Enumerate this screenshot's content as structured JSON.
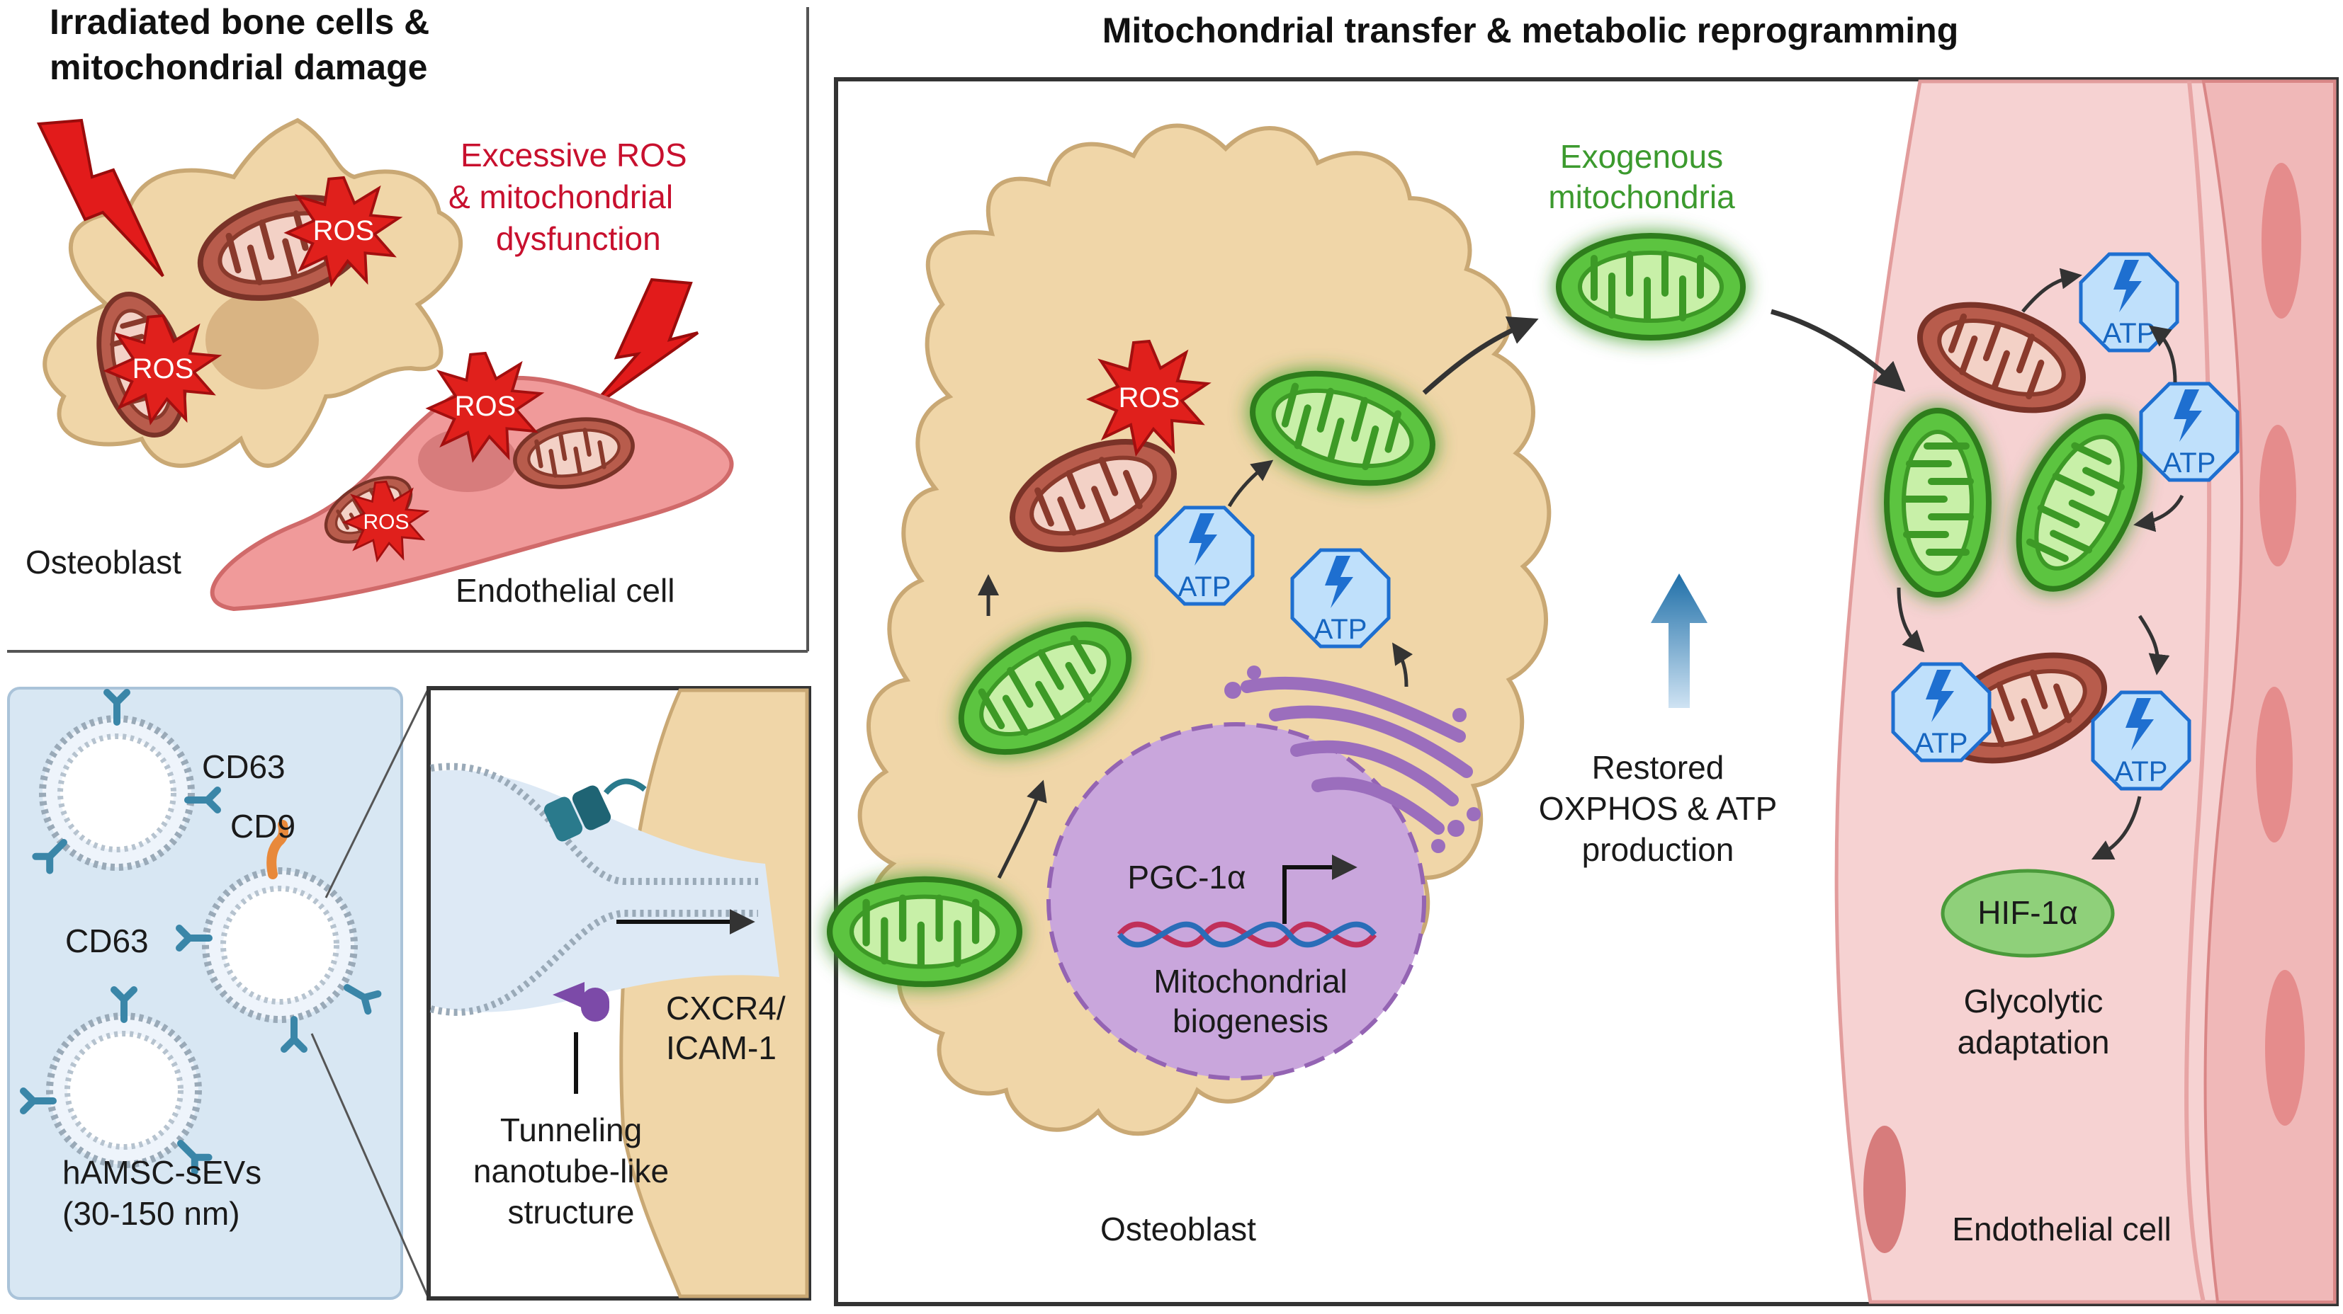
{
  "panel_a": {
    "title_line1": "Irradiated bone cells &",
    "title_line2": "mitochondrial damage",
    "ros_line1": "Excessive ROS",
    "ros_line2": "& mitochondrial",
    "ros_line3": "dysfunction",
    "osteoblast_label": "Osteoblast",
    "endothelial_label": "Endothelial cell",
    "ros_badge": "ROS"
  },
  "panel_b": {
    "cd63_a": "CD63",
    "cd9": "CD9",
    "cd63_b": "CD63",
    "sev_line1": "hAMSC-sEVs",
    "sev_line2": "(30-150 nm)",
    "receptor_line1": "CXCR4/",
    "receptor_line2": "ICAM-1",
    "tunnel_line1": "Tunneling",
    "tunnel_line2": "nanotube-like",
    "tunnel_line3": "structure"
  },
  "panel_c": {
    "title": "Mitochondrial transfer & metabolic reprogramming",
    "exo_line1": "Exogenous",
    "exo_line2": "mitochondria",
    "pgc": "PGC-1α",
    "biogen_line1": "Mitochondrial",
    "biogen_line2": "biogenesis",
    "restored_line1": "Restored",
    "restored_line2": "OXPHOS & ATP",
    "restored_line3": "production",
    "hif": "HIF-1α",
    "glyco_line1": "Glycolytic",
    "glyco_line2": "adaptation",
    "osteoblast_label": "Osteoblast",
    "endothelial_label": "Endothelial cell",
    "atp": "ATP",
    "ros_badge": "ROS"
  },
  "colors": {
    "ros_red": "#c8102e",
    "mito_green": "#4caf35",
    "atp_blue": "#1565c0",
    "cell_tan": "#f0d6a8",
    "endo_pink": "#f3c3c3",
    "ev_panel_blue": "#d8e7f3"
  }
}
